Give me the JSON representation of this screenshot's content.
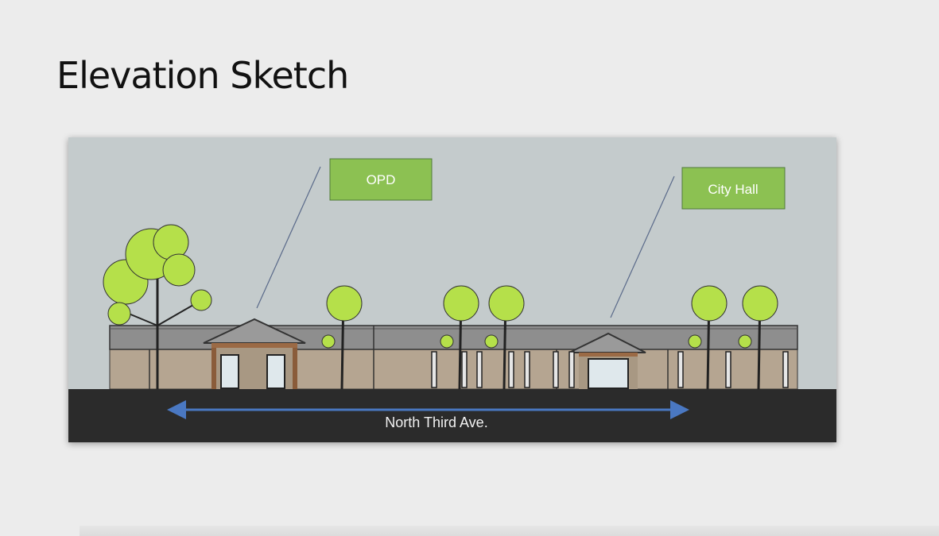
{
  "slide": {
    "title": "Elevation Sketch",
    "labels": {
      "opd": "OPD",
      "city_hall": "City Hall",
      "street": "North Third Ave."
    },
    "colors": {
      "sky": "#c4cbcc",
      "label_fill": "#8cc152",
      "ground": "#2b2b2b",
      "arrow": "#4a78c2",
      "wall": "#b5a591",
      "roof": "#8e8e8e"
    }
  }
}
